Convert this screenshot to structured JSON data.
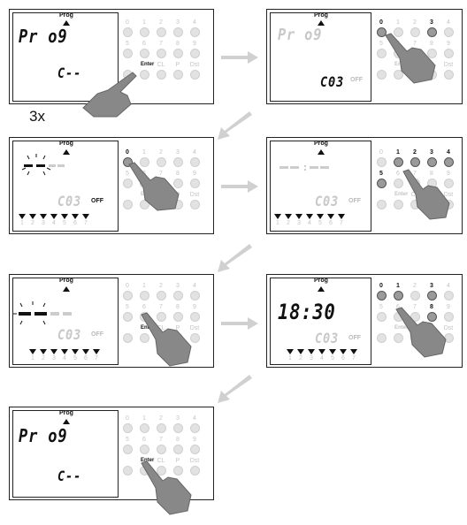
{
  "labels": {
    "prog": "Prog",
    "enter": "Enter",
    "repeat": "3x"
  },
  "keypad": {
    "row1": [
      "0",
      "1",
      "2",
      "3",
      "4"
    ],
    "row2": [
      "5",
      "6",
      "7",
      "8",
      "9"
    ],
    "row3": [
      "",
      "",
      "CL",
      "P",
      "Dst"
    ]
  },
  "days": [
    "1",
    "2",
    "3",
    "4",
    "5",
    "6",
    "7"
  ],
  "panels": [
    {
      "main": "Pr o9",
      "sub": "C--",
      "flag": "",
      "pressed": [],
      "enter_active": true
    },
    {
      "main": "Pr o9",
      "sub": "C03",
      "flag": "OFF",
      "pressed": [
        "0",
        "3"
      ],
      "enter_active": false
    },
    {
      "main": "",
      "sub": "C03",
      "flag": "OFF",
      "pressed": [
        "0"
      ],
      "enter_active": false
    },
    {
      "main": "",
      "sub": "C03",
      "flag": "OFF",
      "pressed": [
        "1",
        "2",
        "3",
        "4",
        "5"
      ],
      "enter_active": false
    },
    {
      "main": "",
      "sub": "C03",
      "flag": "OFF",
      "pressed": [],
      "enter_active": true
    },
    {
      "main": "18:30",
      "sub": "C03",
      "flag": "OFF",
      "pressed": [
        "0",
        "1",
        "3",
        "8"
      ],
      "enter_active": false
    },
    {
      "main": "Pr o9",
      "sub": "C--",
      "flag": "",
      "pressed": [],
      "enter_active": true
    }
  ],
  "colors": {
    "ink": "#111111",
    "faint": "#c4c4c4",
    "arrow": "#cfcfcf",
    "key": "#e2e2e2",
    "key_pressed": "#9a9a9a"
  }
}
